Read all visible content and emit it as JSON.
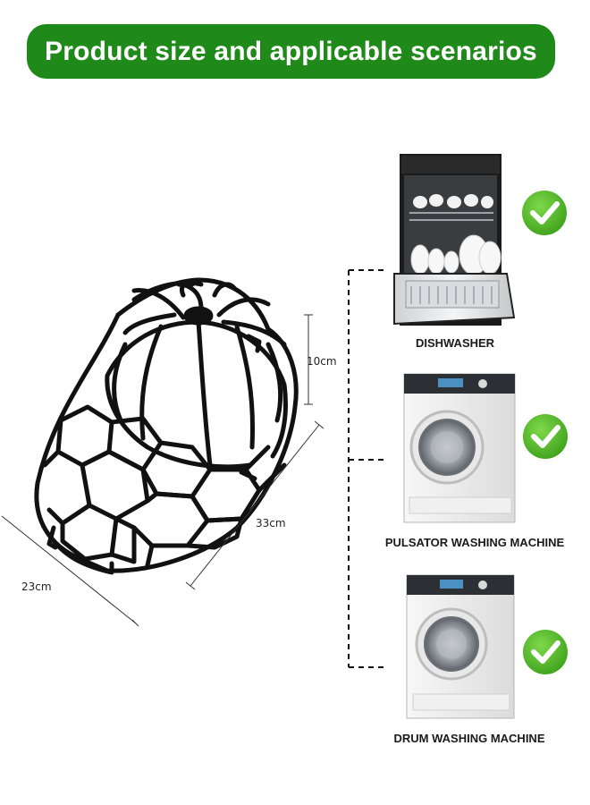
{
  "banner": {
    "title": "Product size and applicable scenarios",
    "color": "#1f8a1a"
  },
  "dimensions": {
    "height": "10cm",
    "length": "33cm",
    "width": "23cm"
  },
  "scenarios": [
    {
      "label": "DISHWASHER",
      "icon": "dishwasher-icon",
      "supported": true
    },
    {
      "label": "PULSATOR WASHING MACHINE",
      "icon": "washing-machine-icon",
      "supported": true
    },
    {
      "label": "DRUM WASHING MACHINE",
      "icon": "washing-machine-icon",
      "supported": true
    }
  ],
  "check_color": "#5dc12b"
}
